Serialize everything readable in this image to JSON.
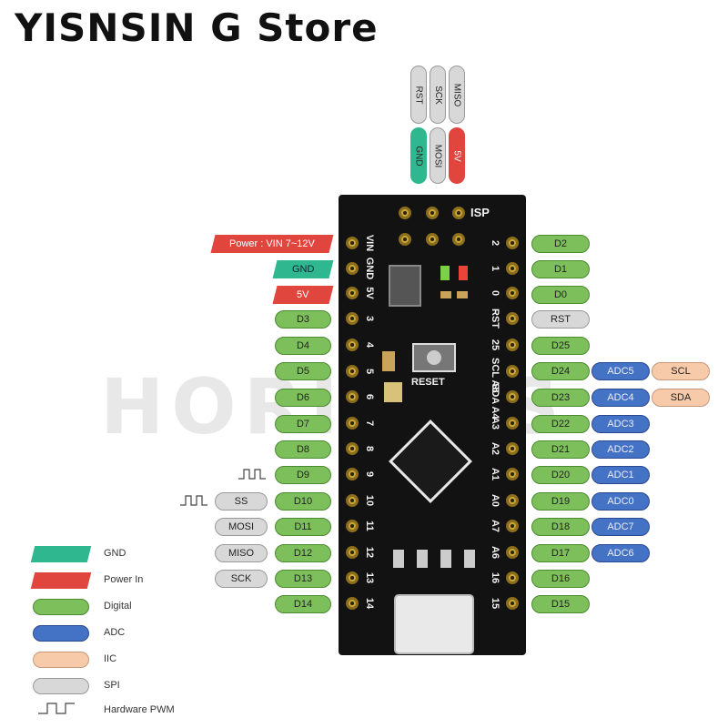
{
  "title": "YISNSIN G Store",
  "watermark": "HORIZ YS",
  "colors": {
    "digital": "#7dc05b",
    "adc": "#4472c4",
    "iic": "#f7cba9",
    "spi": "#d8d8d8",
    "power": "#e0453e",
    "gnd": "#2fb890"
  },
  "board": {
    "isp_label": "ISP",
    "reset_label": "RESET",
    "left_silk": [
      "VIN",
      "GND",
      "5V",
      "3",
      "4",
      "5",
      "6",
      "7",
      "8",
      "9",
      "10",
      "11",
      "12",
      "13",
      "14"
    ],
    "right_silk": [
      "2",
      "1",
      "0",
      "RST",
      "25",
      "SCL A5",
      "SDA A4",
      "A3",
      "A2",
      "A1",
      "A0",
      "A7",
      "A6",
      "16",
      "15"
    ]
  },
  "isp_header": {
    "top": [
      "RST",
      "SCK",
      "MISO"
    ],
    "bottom": [
      "GND",
      "MOSI",
      "5V"
    ]
  },
  "left_labels": {
    "power_vin": "Power : VIN  7~12V",
    "gnd": "GND",
    "v5": "5V",
    "digital": [
      "D3",
      "D4",
      "D5",
      "D6",
      "D7",
      "D8",
      "D9",
      "D10",
      "D11",
      "D12",
      "D13",
      "D14"
    ],
    "spi": [
      "SS",
      "MOSI",
      "MISO",
      "SCK"
    ]
  },
  "right_labels": {
    "digital": [
      "D2",
      "D1",
      "D0",
      "RST",
      "D25",
      "D24",
      "D23",
      "D22",
      "D21",
      "D20",
      "D19",
      "D18",
      "D17",
      "D16",
      "D15"
    ],
    "adc": [
      "ADC5",
      "ADC4",
      "ADC3",
      "ADC2",
      "ADC1",
      "ADC0",
      "ADC7",
      "ADC6"
    ],
    "iic": [
      "SCL",
      "SDA"
    ]
  },
  "legend": [
    {
      "label": "GND",
      "kind": "gnd"
    },
    {
      "label": "Power In",
      "kind": "power"
    },
    {
      "label": "Digital",
      "kind": "digital"
    },
    {
      "label": "ADC",
      "kind": "adc"
    },
    {
      "label": "IIC",
      "kind": "iic"
    },
    {
      "label": "SPI",
      "kind": "spi"
    },
    {
      "label": "Hardware PWM",
      "kind": "pwm"
    }
  ]
}
